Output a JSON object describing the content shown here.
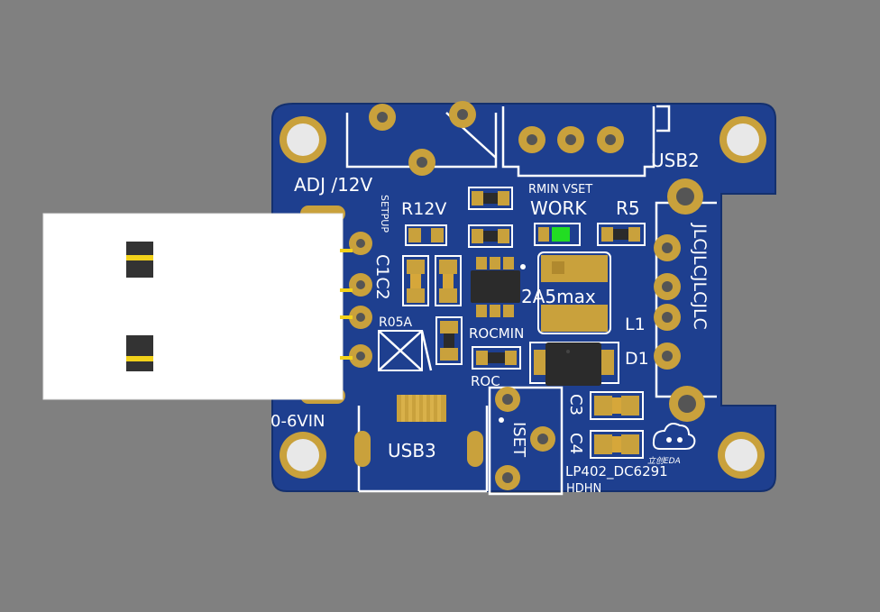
{
  "colors": {
    "background": "#808080",
    "board": "#1e3f8f",
    "board_dark": "#17357c",
    "pad": "#c9a13c",
    "pad_dark": "#8f6a1e",
    "silk": "#ffffff",
    "led": "#22dd22",
    "ic": "#2b2b2b",
    "usb_plug": "#ffffff",
    "usb_contact": "#f2d21a"
  },
  "labels": {
    "adj_12v": "ADJ /12V",
    "setpup": "SETPUP",
    "r12v": "R12V",
    "rmin_vset": "RMIN VSET",
    "work": "WORK",
    "r5": "R5",
    "usb2": "USB2",
    "c1c2": "C1C2",
    "r05a": "R05A",
    "rocmin": "ROCMIN",
    "roc": "ROC",
    "max_current": "2A5max",
    "l1": "L1",
    "d1": "D1",
    "jlc": "JLCJLCJLCJLC",
    "input_range": "0-6VIN",
    "usb3": "USB3",
    "iset": "ISET",
    "c3": "C3",
    "c4": "C4",
    "part_number": "LP402_DC6291",
    "hdhn": "HDHN",
    "logo_text": "立创EDA"
  }
}
